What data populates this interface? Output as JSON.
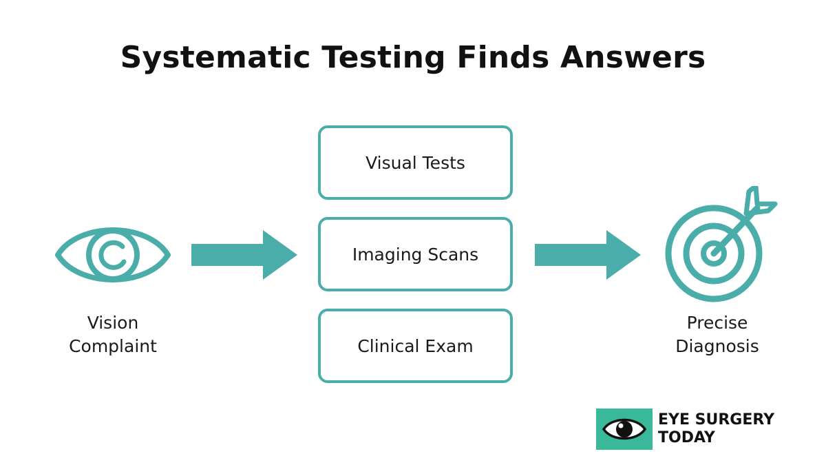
{
  "title": "Systematic Testing Finds Answers",
  "start": {
    "icon": "eye-icon",
    "lines": [
      "Vision",
      "Complaint"
    ]
  },
  "steps": [
    {
      "label": "Visual Tests"
    },
    {
      "label": "Imaging Scans"
    },
    {
      "label": "Clinical Exam"
    }
  ],
  "end": {
    "icon": "target-arrow-icon",
    "lines": [
      "Precise",
      "Diagnosis"
    ]
  },
  "logo": {
    "icon": "eye-icon",
    "lines": [
      "EYE SURGERY",
      "TODAY"
    ]
  },
  "colors": {
    "accent": "#4aada9",
    "logo_badge": "#3ab89a",
    "text": "#1a1a1a"
  }
}
